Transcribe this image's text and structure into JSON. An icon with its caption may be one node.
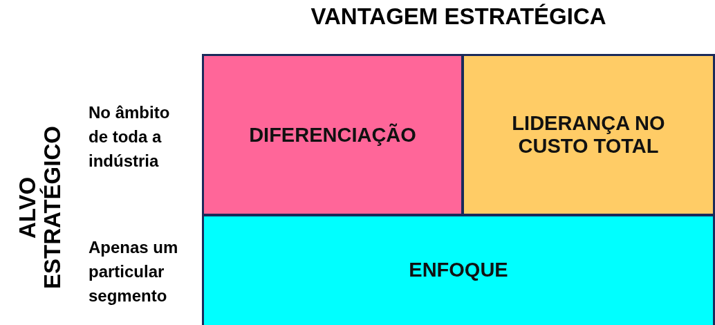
{
  "diagram": {
    "nodes": [
      {
        "text": [
          "DIFERENCIAÇÃO"
        ]
      },
      {
        "text": [
          "LIDERANÇA NO CUSTO TOTAL"
        ]
      },
      {
        "text": [
          "ENFOQUE"
        ]
      }
    ],
    "labels": [
      "VANTAGEM ESTRATÉGICA",
      "ALVO ESTRATÉGICO",
      "No âmbito de toda a indústria",
      "Apenas um particular segmento"
    ]
  }
}
